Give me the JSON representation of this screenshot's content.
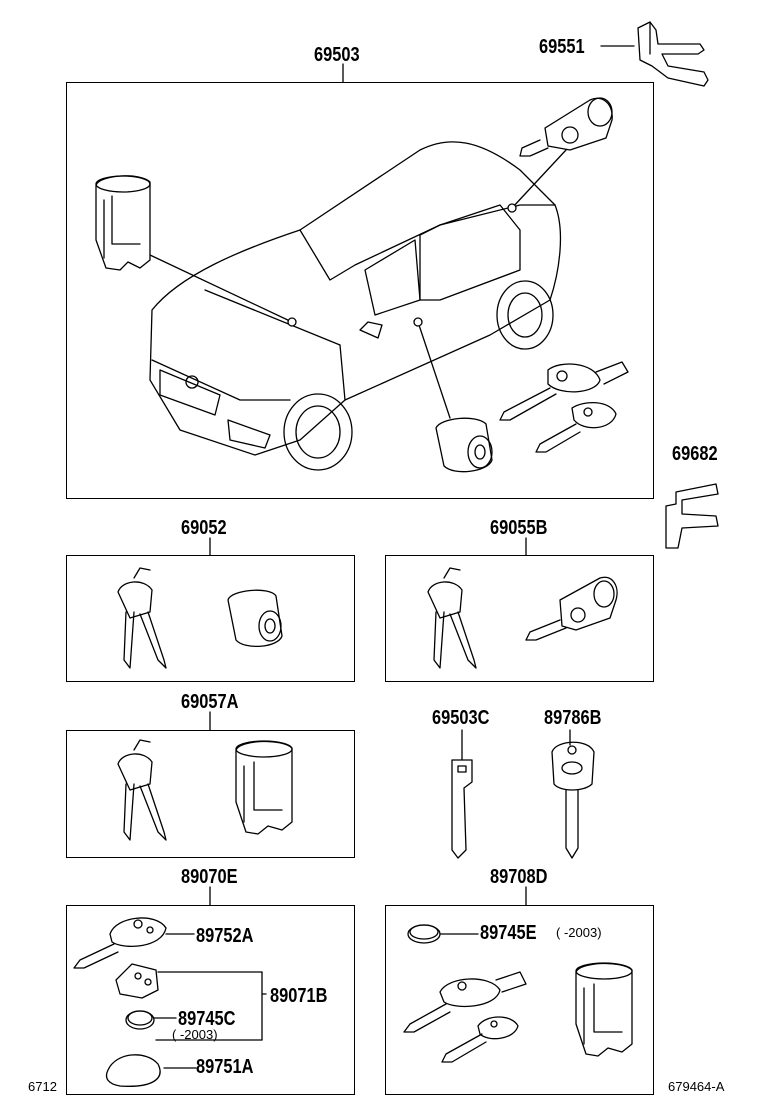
{
  "labels": {
    "main": "69503",
    "p69551": "69551",
    "p69682": "69682",
    "p69052": "69052",
    "p69055b": "69055B",
    "p69057a": "69057A",
    "p69503c": "69503C",
    "p89786b": "89786B",
    "p89070e": "89070E",
    "p89708d": "89708D",
    "p89752a": "89752A",
    "p89071b": "89071B",
    "p89745c": "89745C",
    "p89745c_note": "(      -2003)",
    "p89751a": "89751A",
    "p89745e": "89745E",
    "p89745e_note": "(      -2003)"
  },
  "footer": {
    "left_code": "6712",
    "right_code": "679464-A"
  }
}
